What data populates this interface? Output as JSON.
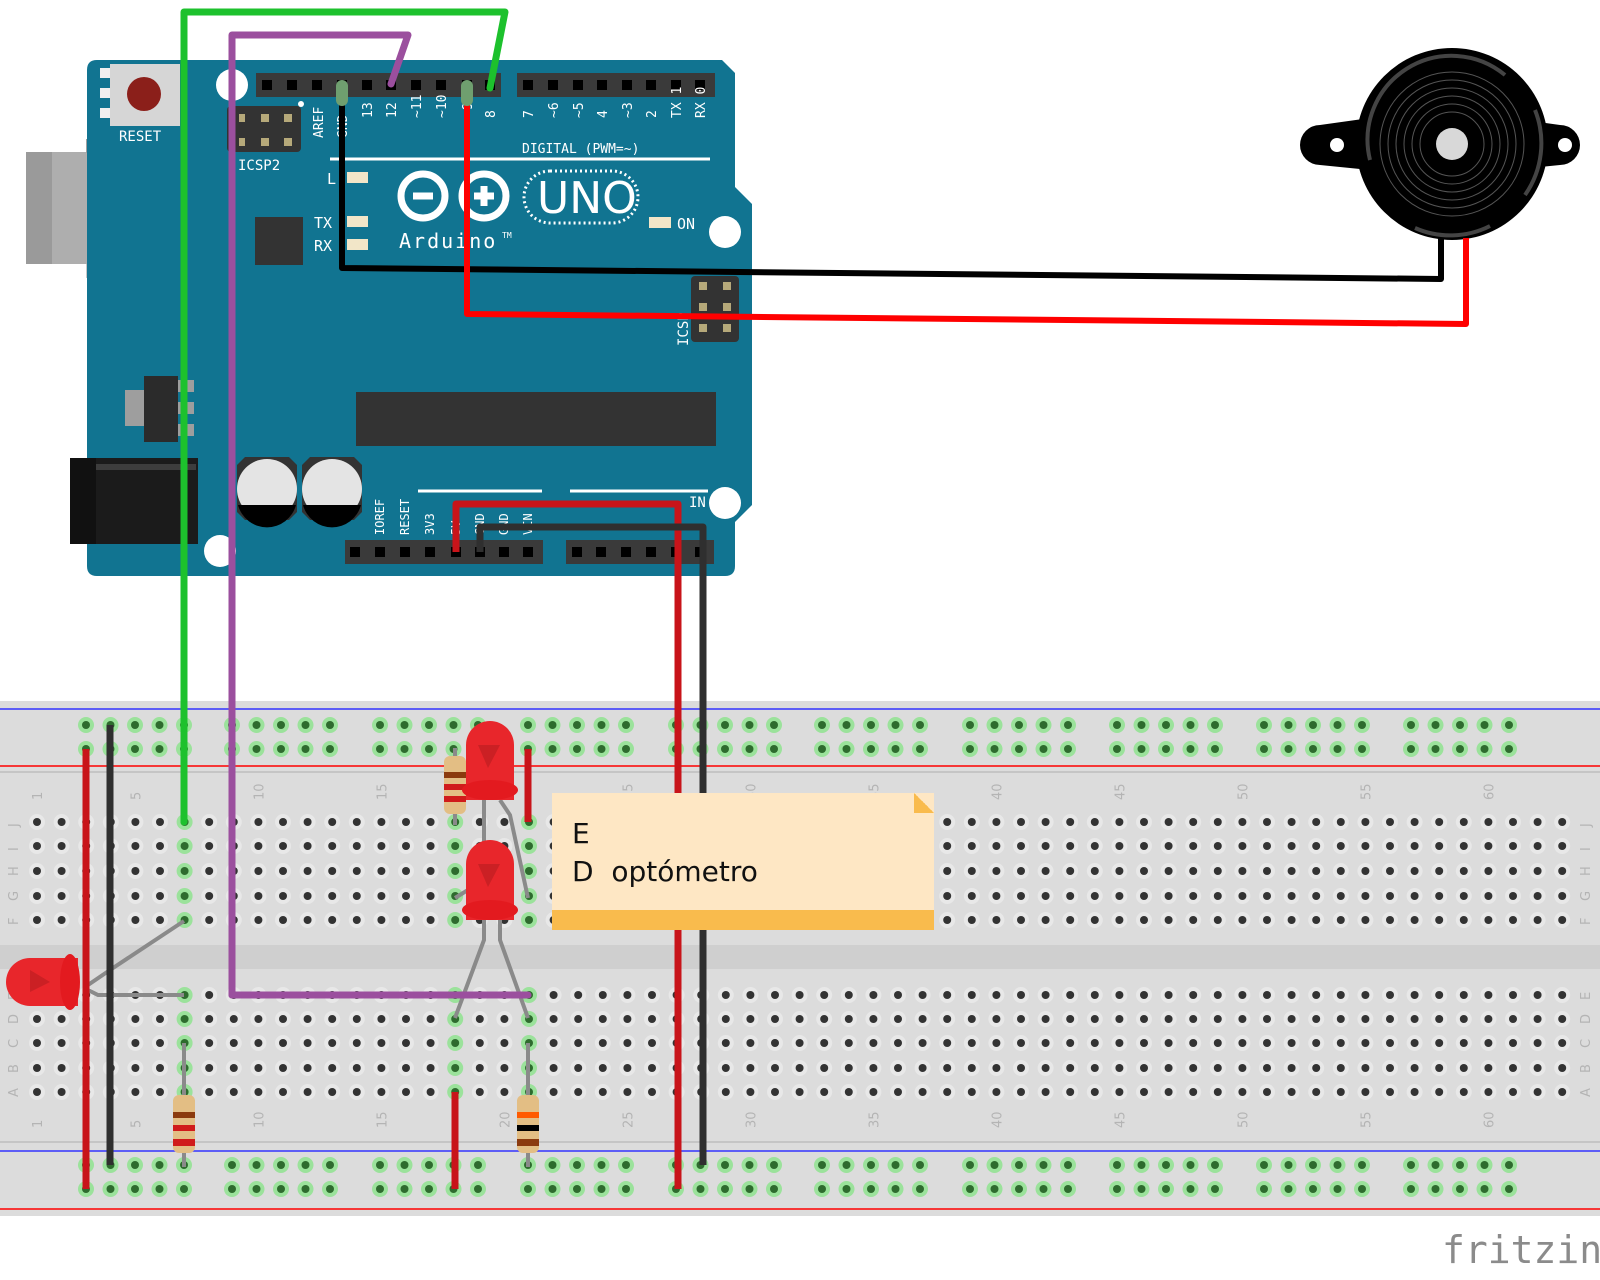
{
  "arduino": {
    "board_name": "UNO",
    "brand": "Arduino",
    "trademark": "TM",
    "reset_label": "RESET",
    "icsp2_label": "ICSP2",
    "icsp_label": "ICSP",
    "digital_label": "DIGITAL (PWM=~)",
    "led_labels": {
      "l": "L",
      "tx": "TX",
      "rx": "RX",
      "on": "ON"
    },
    "digital_pins": [
      "AREF",
      "GND",
      "13",
      "12",
      "~11",
      "~10",
      "~9",
      "8",
      "7",
      "~6",
      "~5",
      "4",
      "~3",
      "2",
      "TX 1",
      "RX 0"
    ],
    "power_pins": [
      "IOREF",
      "RESET",
      "3V3",
      "5V",
      "GND",
      "GND",
      "VIN"
    ],
    "analog_label": "IN",
    "colors": {
      "board": "#117491",
      "header": "#3a3a3a",
      "reset_button": "#8b1f1a"
    }
  },
  "buzzer": {
    "name": "piezo-buzzer",
    "color": "#000000"
  },
  "breadboard": {
    "column_labels": [
      "1",
      "5",
      "10",
      "15",
      "20",
      "25",
      "30",
      "35",
      "40",
      "45",
      "50",
      "55",
      "60"
    ],
    "row_labels_top": [
      "J",
      "I",
      "H",
      "G",
      "F"
    ],
    "row_labels_bottom": [
      "E",
      "D",
      "C",
      "B",
      "A"
    ],
    "colors": {
      "body": "#dcdcdc",
      "rail_red": "#ff0000",
      "rail_blue": "#3333ff",
      "hole": "#333333",
      "connected": "#2e6b2e"
    }
  },
  "wires": [
    {
      "name": "wire-green-pin8",
      "color": "#1dc12d"
    },
    {
      "name": "wire-purple-pin12",
      "color": "#9b4f9e"
    },
    {
      "name": "wire-black-gnd-buzzer",
      "color": "#000000"
    },
    {
      "name": "wire-red-pin9-buzzer",
      "color": "#ff0000"
    },
    {
      "name": "wire-red-5v-rail",
      "color": "#c8141a"
    },
    {
      "name": "wire-black-gnd-rail",
      "color": "#2f2f2f"
    }
  ],
  "components": {
    "leds": [
      "led-left",
      "led-top",
      "led-middle"
    ],
    "resistors": [
      {
        "name": "resistor-top",
        "bands": [
          "#8b3a0e",
          "#d01b1b",
          "#d01b1b"
        ]
      },
      {
        "name": "resistor-bottom-left",
        "bands": [
          "#8b3a0e",
          "#d01b1b",
          "#d01b1b"
        ]
      },
      {
        "name": "resistor-bottom-right",
        "bands": [
          "#ff5a00",
          "#000000",
          "#8b3a0e"
        ]
      }
    ]
  },
  "note": {
    "line1": "E",
    "line2": "D  optómetro"
  },
  "watermark": "fritzing"
}
